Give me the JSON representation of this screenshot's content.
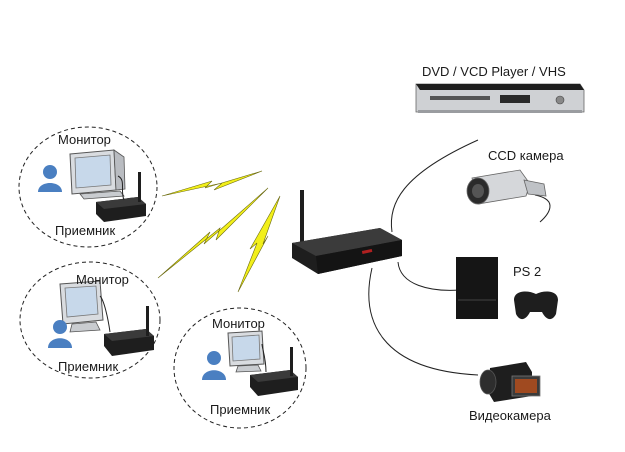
{
  "labels": {
    "source_dvd": "DVD / VCD Player / VHS",
    "source_ccd": "CCD камера",
    "source_ps2": "PS 2",
    "source_camcorder": "Видеокамера",
    "client_1_monitor": "Монитор",
    "client_1_receiver": "Приемник",
    "client_2_monitor": "Монитор",
    "client_2_receiver": "Приемник",
    "client_3_monitor": "Монитор",
    "client_3_receiver": "Приемник"
  },
  "colors": {
    "device_dark": "#1e1e1e",
    "lightning": "#f2ef1a",
    "person": "#4a7fc1",
    "monitor_frame": "#d9dce0",
    "screen": "#c7d8ea",
    "wire": "#222222"
  }
}
